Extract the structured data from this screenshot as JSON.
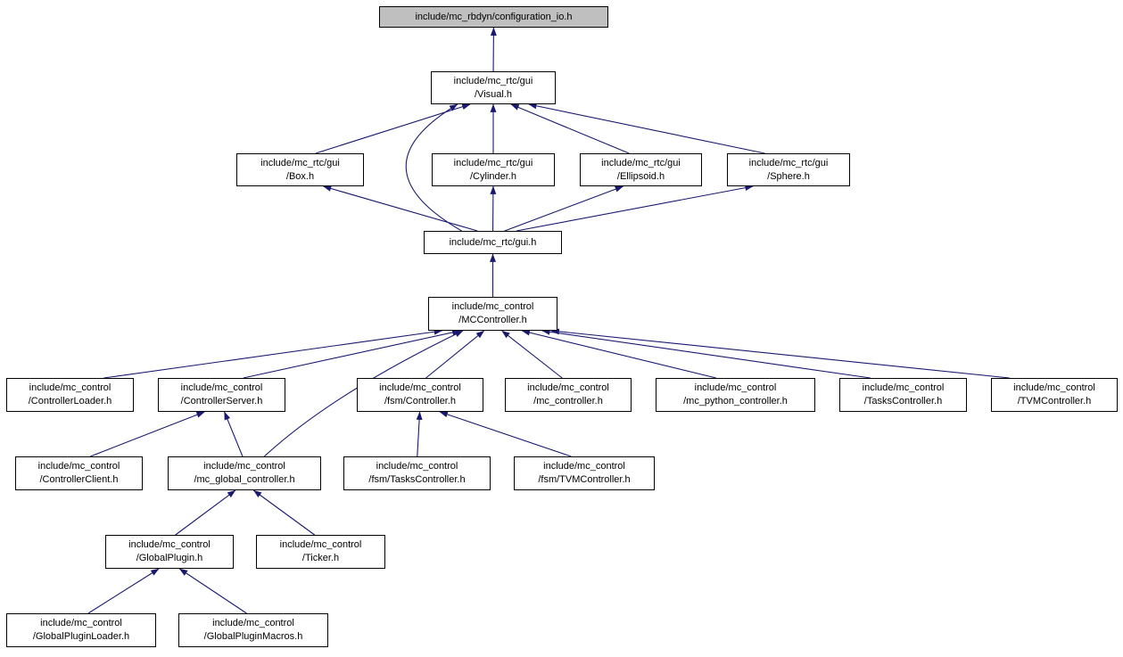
{
  "graph": {
    "type": "include-dependency-graph",
    "colors": {
      "edge": "#191970",
      "node_border": "#000000",
      "node_fill": "#ffffff",
      "highlight_fill": "#bfbfbf",
      "text": "#000000",
      "background": "#ffffff"
    },
    "nodes": {
      "configuration_io": {
        "label": "include/mc_rbdyn/configuration_io.h",
        "highlighted": true
      },
      "visual": {
        "label": "include/mc_rtc/gui\n/Visual.h"
      },
      "box": {
        "label": "include/mc_rtc/gui\n/Box.h"
      },
      "cylinder": {
        "label": "include/mc_rtc/gui\n/Cylinder.h"
      },
      "ellipsoid": {
        "label": "include/mc_rtc/gui\n/Ellipsoid.h"
      },
      "sphere": {
        "label": "include/mc_rtc/gui\n/Sphere.h"
      },
      "gui": {
        "label": "include/mc_rtc/gui.h"
      },
      "mccontroller": {
        "label": "include/mc_control\n/MCController.h"
      },
      "controllerloader": {
        "label": "include/mc_control\n/ControllerLoader.h"
      },
      "controllerserver": {
        "label": "include/mc_control\n/ControllerServer.h"
      },
      "fsmcontroller": {
        "label": "include/mc_control\n/fsm/Controller.h"
      },
      "mc_controller": {
        "label": "include/mc_control\n/mc_controller.h"
      },
      "mc_python_controller": {
        "label": "include/mc_control\n/mc_python_controller.h"
      },
      "taskscontroller": {
        "label": "include/mc_control\n/TasksController.h"
      },
      "tvmcontroller": {
        "label": "include/mc_control\n/TVMController.h"
      },
      "controllerclient": {
        "label": "include/mc_control\n/ControllerClient.h"
      },
      "mc_global_controller": {
        "label": "include/mc_control\n/mc_global_controller.h"
      },
      "fsm_taskscontroller": {
        "label": "include/mc_control\n/fsm/TasksController.h"
      },
      "fsm_tvmcontroller": {
        "label": "include/mc_control\n/fsm/TVMController.h"
      },
      "globalplugin": {
        "label": "include/mc_control\n/GlobalPlugin.h"
      },
      "ticker": {
        "label": "include/mc_control\n/Ticker.h"
      },
      "globalpluginloader": {
        "label": "include/mc_control\n/GlobalPluginLoader.h"
      },
      "globalpluginmacros": {
        "label": "include/mc_control\n/GlobalPluginMacros.h"
      }
    },
    "edges": [
      {
        "from": "visual",
        "to": "configuration_io"
      },
      {
        "from": "box",
        "to": "visual"
      },
      {
        "from": "cylinder",
        "to": "visual"
      },
      {
        "from": "ellipsoid",
        "to": "visual"
      },
      {
        "from": "sphere",
        "to": "visual"
      },
      {
        "from": "gui",
        "to": "visual",
        "bend": -120,
        "sdx": -35,
        "tdx": -40
      },
      {
        "from": "gui",
        "to": "box"
      },
      {
        "from": "gui",
        "to": "cylinder"
      },
      {
        "from": "gui",
        "to": "ellipsoid"
      },
      {
        "from": "gui",
        "to": "sphere"
      },
      {
        "from": "mccontroller",
        "to": "gui"
      },
      {
        "from": "controllerloader",
        "to": "mccontroller"
      },
      {
        "from": "controllerserver",
        "to": "mccontroller"
      },
      {
        "from": "fsmcontroller",
        "to": "mccontroller"
      },
      {
        "from": "mc_controller",
        "to": "mccontroller"
      },
      {
        "from": "mc_python_controller",
        "to": "mccontroller"
      },
      {
        "from": "taskscontroller",
        "to": "mccontroller"
      },
      {
        "from": "tvmcontroller",
        "to": "mccontroller"
      },
      {
        "from": "mc_global_controller",
        "to": "mccontroller",
        "bend": -35
      },
      {
        "from": "controllerclient",
        "to": "controllerserver"
      },
      {
        "from": "mc_global_controller",
        "to": "controllerserver"
      },
      {
        "from": "fsm_taskscontroller",
        "to": "fsmcontroller"
      },
      {
        "from": "fsm_tvmcontroller",
        "to": "fsmcontroller"
      },
      {
        "from": "globalplugin",
        "to": "mc_global_controller"
      },
      {
        "from": "ticker",
        "to": "mc_global_controller"
      },
      {
        "from": "globalpluginloader",
        "to": "globalplugin"
      },
      {
        "from": "globalpluginmacros",
        "to": "globalplugin"
      }
    ]
  }
}
